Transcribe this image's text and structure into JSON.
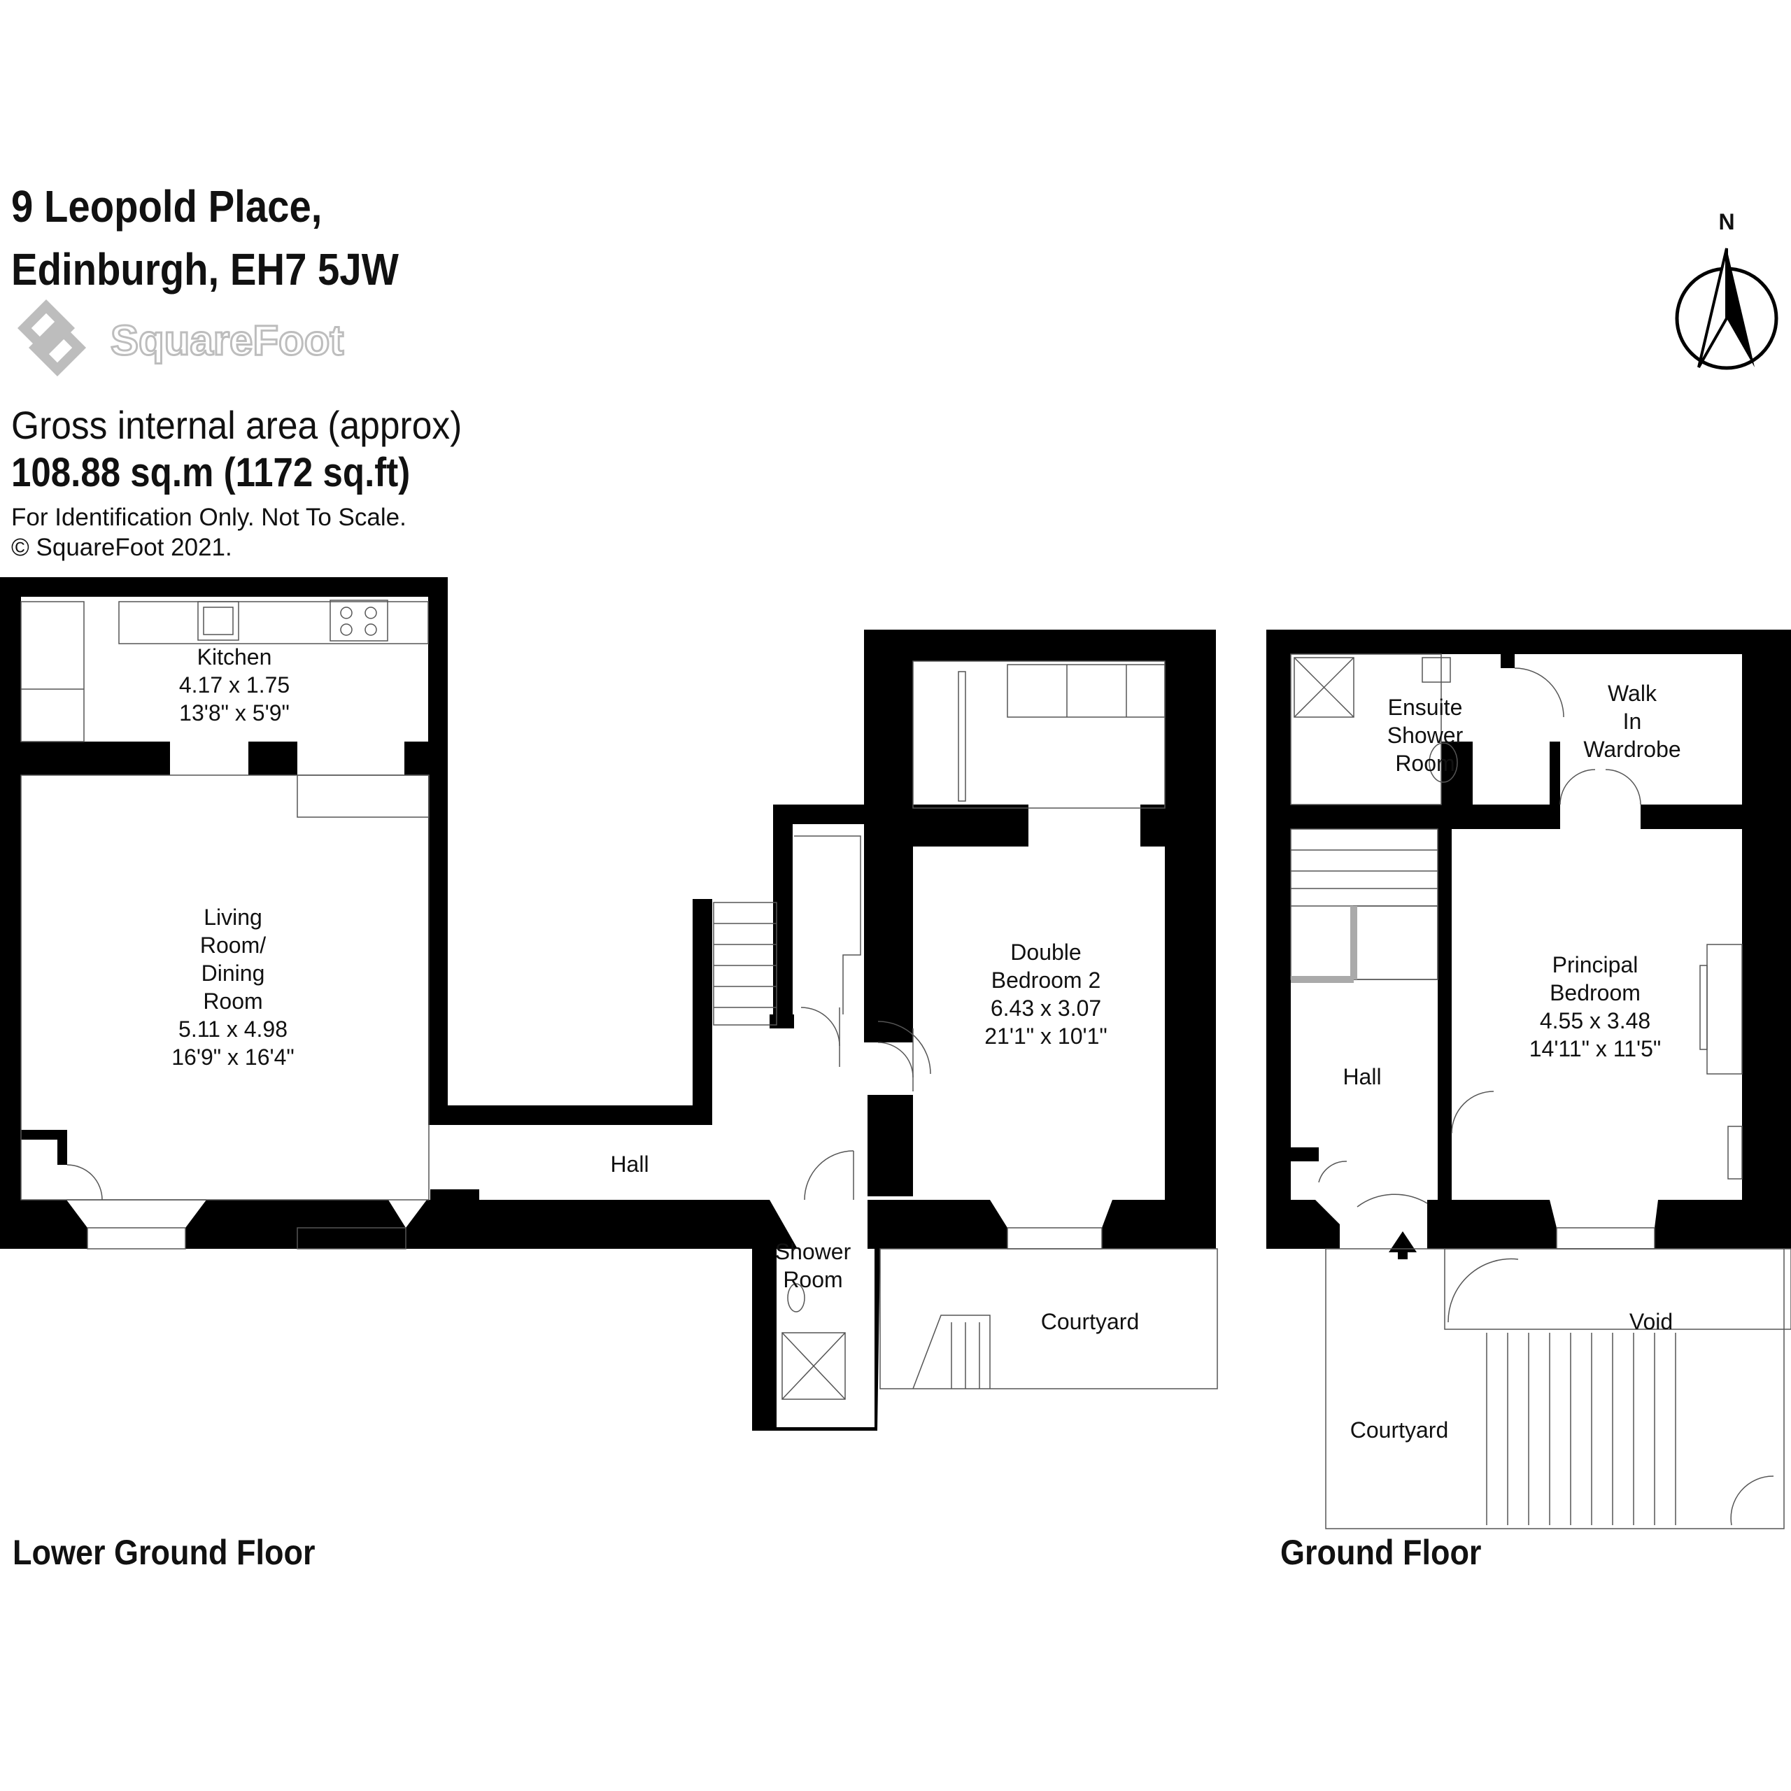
{
  "header": {
    "address_line1": "9 Leopold Place,",
    "address_line2": "Edinburgh, EH7 5JW",
    "brand": "SquareFoot",
    "area_label": "Gross internal area (approx)",
    "area_value": "108.88 sq.m (1172 sq.ft)",
    "disclaimer": "For Identification Only. Not To Scale.",
    "copyright": "© SquareFoot 2021."
  },
  "compass": {
    "label": "N"
  },
  "floors": {
    "lower": {
      "label": "Lower Ground Floor",
      "rooms": {
        "kitchen": {
          "name": "Kitchen",
          "metric": "4.17 x 1.75",
          "imperial": "13'8\" x 5'9\""
        },
        "living": {
          "name1": "Living",
          "name2": "Room/",
          "name3": "Dining",
          "name4": "Room",
          "metric": "5.11 x 4.98",
          "imperial": "16'9\" x 16'4\""
        },
        "bedroom2": {
          "name1": "Double",
          "name2": "Bedroom 2",
          "metric": "6.43 x 3.07",
          "imperial": "21'1\" x 10'1\""
        },
        "hall": {
          "name": "Hall"
        },
        "shower": {
          "name1": "Shower",
          "name2": "Room"
        },
        "courtyard": {
          "name": "Courtyard"
        }
      }
    },
    "ground": {
      "label": "Ground Floor",
      "rooms": {
        "ensuite": {
          "name1": "Ensuite",
          "name2": "Shower",
          "name3": "Room"
        },
        "wardrobe": {
          "name1": "Walk",
          "name2": "In",
          "name3": "Wardrobe"
        },
        "principal": {
          "name1": "Principal",
          "name2": "Bedroom",
          "metric": "4.55 x 3.48",
          "imperial": "14'11\" x 11'5\""
        },
        "hall": {
          "name": "Hall"
        },
        "void": {
          "name": "Void"
        },
        "courtyard": {
          "name": "Courtyard"
        }
      }
    }
  }
}
